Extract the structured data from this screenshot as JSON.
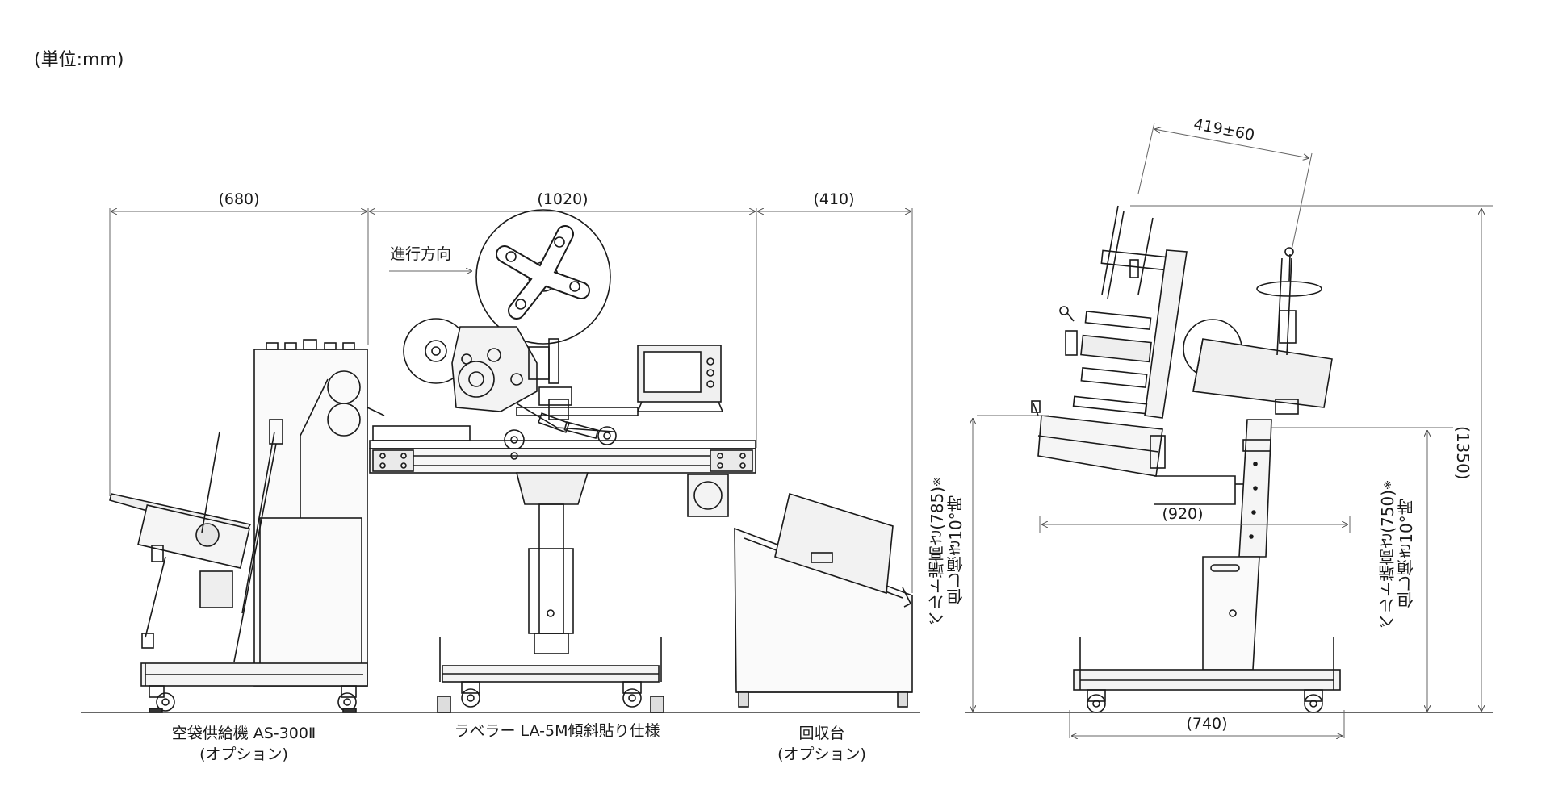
{
  "unit_note": "(単位:mm)",
  "direction_label": "進行方向",
  "dimensions": {
    "feeder_width": "(680)",
    "labeler_width": "(1020)",
    "collector_width": "(410)",
    "side_depth_top": "(920)",
    "side_base": "(740)",
    "overall_height": "(1350)",
    "arm_range": "419±60"
  },
  "captions": {
    "feeder_line1": "空袋供給機 AS-300Ⅱ",
    "feeder_line2": "(オプション)",
    "labeler_line1": "ラベラー LA-5M傾斜貼り仕様",
    "collector_line1": "回収台",
    "collector_line2": "(オプション)"
  },
  "notes": {
    "belt_785": "ベルト端高さ(785)",
    "belt_785_sup": "※",
    "belt_785_sub": "但し傾き10°時",
    "belt_750": "ベルト端高さ(750)",
    "belt_750_sup": "※",
    "belt_750_sub": "但し傾き10°時"
  },
  "colors": {
    "line": "#1a1a1a",
    "dim_line": "#555555",
    "fill_light": "#f2f2f2",
    "fill_mid": "#d9d9d9"
  }
}
